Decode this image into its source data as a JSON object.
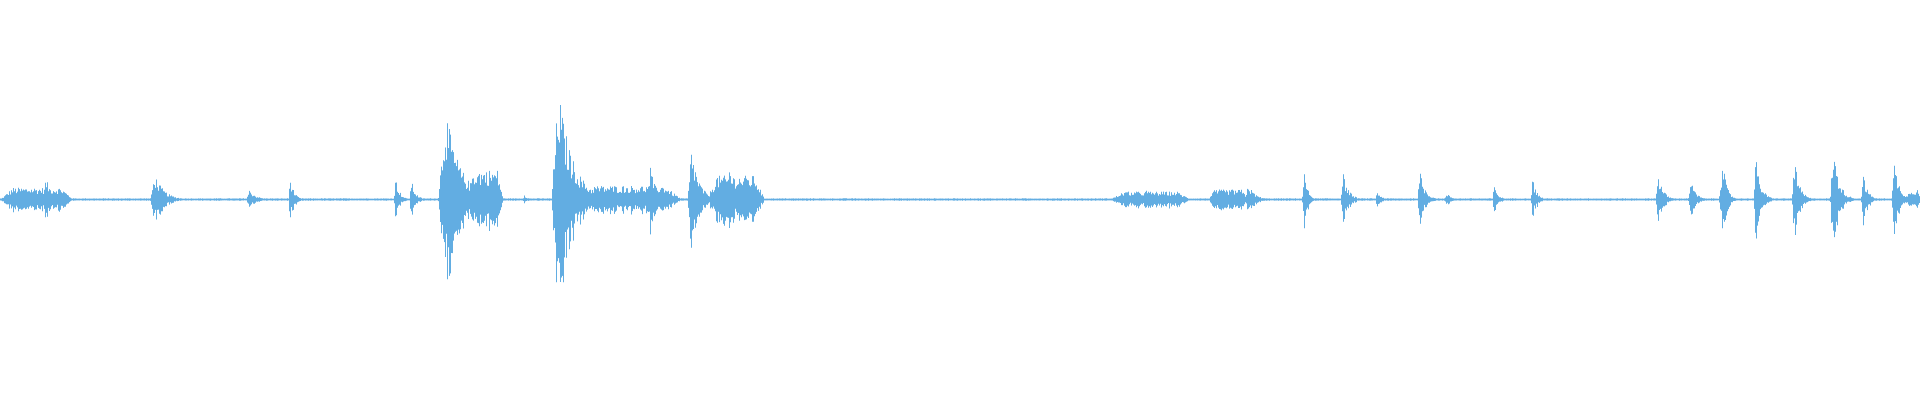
{
  "waveform": {
    "color": "#62ade2",
    "background": "#ffffff",
    "bursts": [
      {
        "start": 0.0,
        "end": 0.038,
        "amp": 0.06,
        "shape": "plateau"
      },
      {
        "start": 0.022,
        "end": 0.036,
        "amp": 0.11,
        "shape": "spike"
      },
      {
        "start": 0.078,
        "end": 0.098,
        "amp": 0.13,
        "shape": "spike"
      },
      {
        "start": 0.128,
        "end": 0.143,
        "amp": 0.05,
        "shape": "spike"
      },
      {
        "start": 0.15,
        "end": 0.158,
        "amp": 0.12,
        "shape": "spike"
      },
      {
        "start": 0.205,
        "end": 0.213,
        "amp": 0.12,
        "shape": "spike"
      },
      {
        "start": 0.213,
        "end": 0.222,
        "amp": 0.1,
        "shape": "spike"
      },
      {
        "start": 0.228,
        "end": 0.26,
        "amp": 0.46,
        "shape": "spike"
      },
      {
        "start": 0.243,
        "end": 0.262,
        "amp": 0.15,
        "shape": "plateau"
      },
      {
        "start": 0.272,
        "end": 0.279,
        "amp": 0.03,
        "shape": "spike"
      },
      {
        "start": 0.287,
        "end": 0.318,
        "amp": 0.56,
        "shape": "spike"
      },
      {
        "start": 0.3,
        "end": 0.355,
        "amp": 0.07,
        "shape": "plateau"
      },
      {
        "start": 0.337,
        "end": 0.349,
        "amp": 0.17,
        "shape": "spike"
      },
      {
        "start": 0.358,
        "end": 0.374,
        "amp": 0.27,
        "shape": "spike"
      },
      {
        "start": 0.368,
        "end": 0.398,
        "amp": 0.12,
        "shape": "plateau"
      },
      {
        "start": 0.378,
        "end": 0.392,
        "amp": 0.18,
        "shape": "spike"
      },
      {
        "start": 0.578,
        "end": 0.62,
        "amp": 0.04,
        "shape": "plateau"
      },
      {
        "start": 0.594,
        "end": 0.618,
        "amp": 0.05,
        "shape": "spike"
      },
      {
        "start": 0.629,
        "end": 0.65,
        "amp": 0.05,
        "shape": "plateau"
      },
      {
        "start": 0.648,
        "end": 0.663,
        "amp": 0.08,
        "shape": "spike"
      },
      {
        "start": 0.678,
        "end": 0.686,
        "amp": 0.15,
        "shape": "spike"
      },
      {
        "start": 0.698,
        "end": 0.71,
        "amp": 0.13,
        "shape": "spike"
      },
      {
        "start": 0.716,
        "end": 0.726,
        "amp": 0.04,
        "shape": "spike"
      },
      {
        "start": 0.738,
        "end": 0.75,
        "amp": 0.14,
        "shape": "spike"
      },
      {
        "start": 0.752,
        "end": 0.764,
        "amp": 0.03,
        "shape": "spike"
      },
      {
        "start": 0.777,
        "end": 0.786,
        "amp": 0.07,
        "shape": "spike"
      },
      {
        "start": 0.797,
        "end": 0.806,
        "amp": 0.11,
        "shape": "spike"
      },
      {
        "start": 0.862,
        "end": 0.873,
        "amp": 0.14,
        "shape": "spike"
      },
      {
        "start": 0.879,
        "end": 0.89,
        "amp": 0.1,
        "shape": "spike"
      },
      {
        "start": 0.895,
        "end": 0.906,
        "amp": 0.13,
        "shape": "spike"
      },
      {
        "start": 0.896,
        "end": 0.905,
        "amp": 0.19,
        "shape": "spike"
      },
      {
        "start": 0.913,
        "end": 0.924,
        "amp": 0.21,
        "shape": "spike"
      },
      {
        "start": 0.933,
        "end": 0.944,
        "amp": 0.21,
        "shape": "spike"
      },
      {
        "start": 0.953,
        "end": 0.966,
        "amp": 0.27,
        "shape": "spike"
      },
      {
        "start": 0.969,
        "end": 0.979,
        "amp": 0.13,
        "shape": "spike"
      },
      {
        "start": 0.985,
        "end": 0.997,
        "amp": 0.19,
        "shape": "spike"
      },
      {
        "start": 0.993,
        "end": 1.0,
        "amp": 0.05,
        "shape": "plateau"
      }
    ]
  }
}
